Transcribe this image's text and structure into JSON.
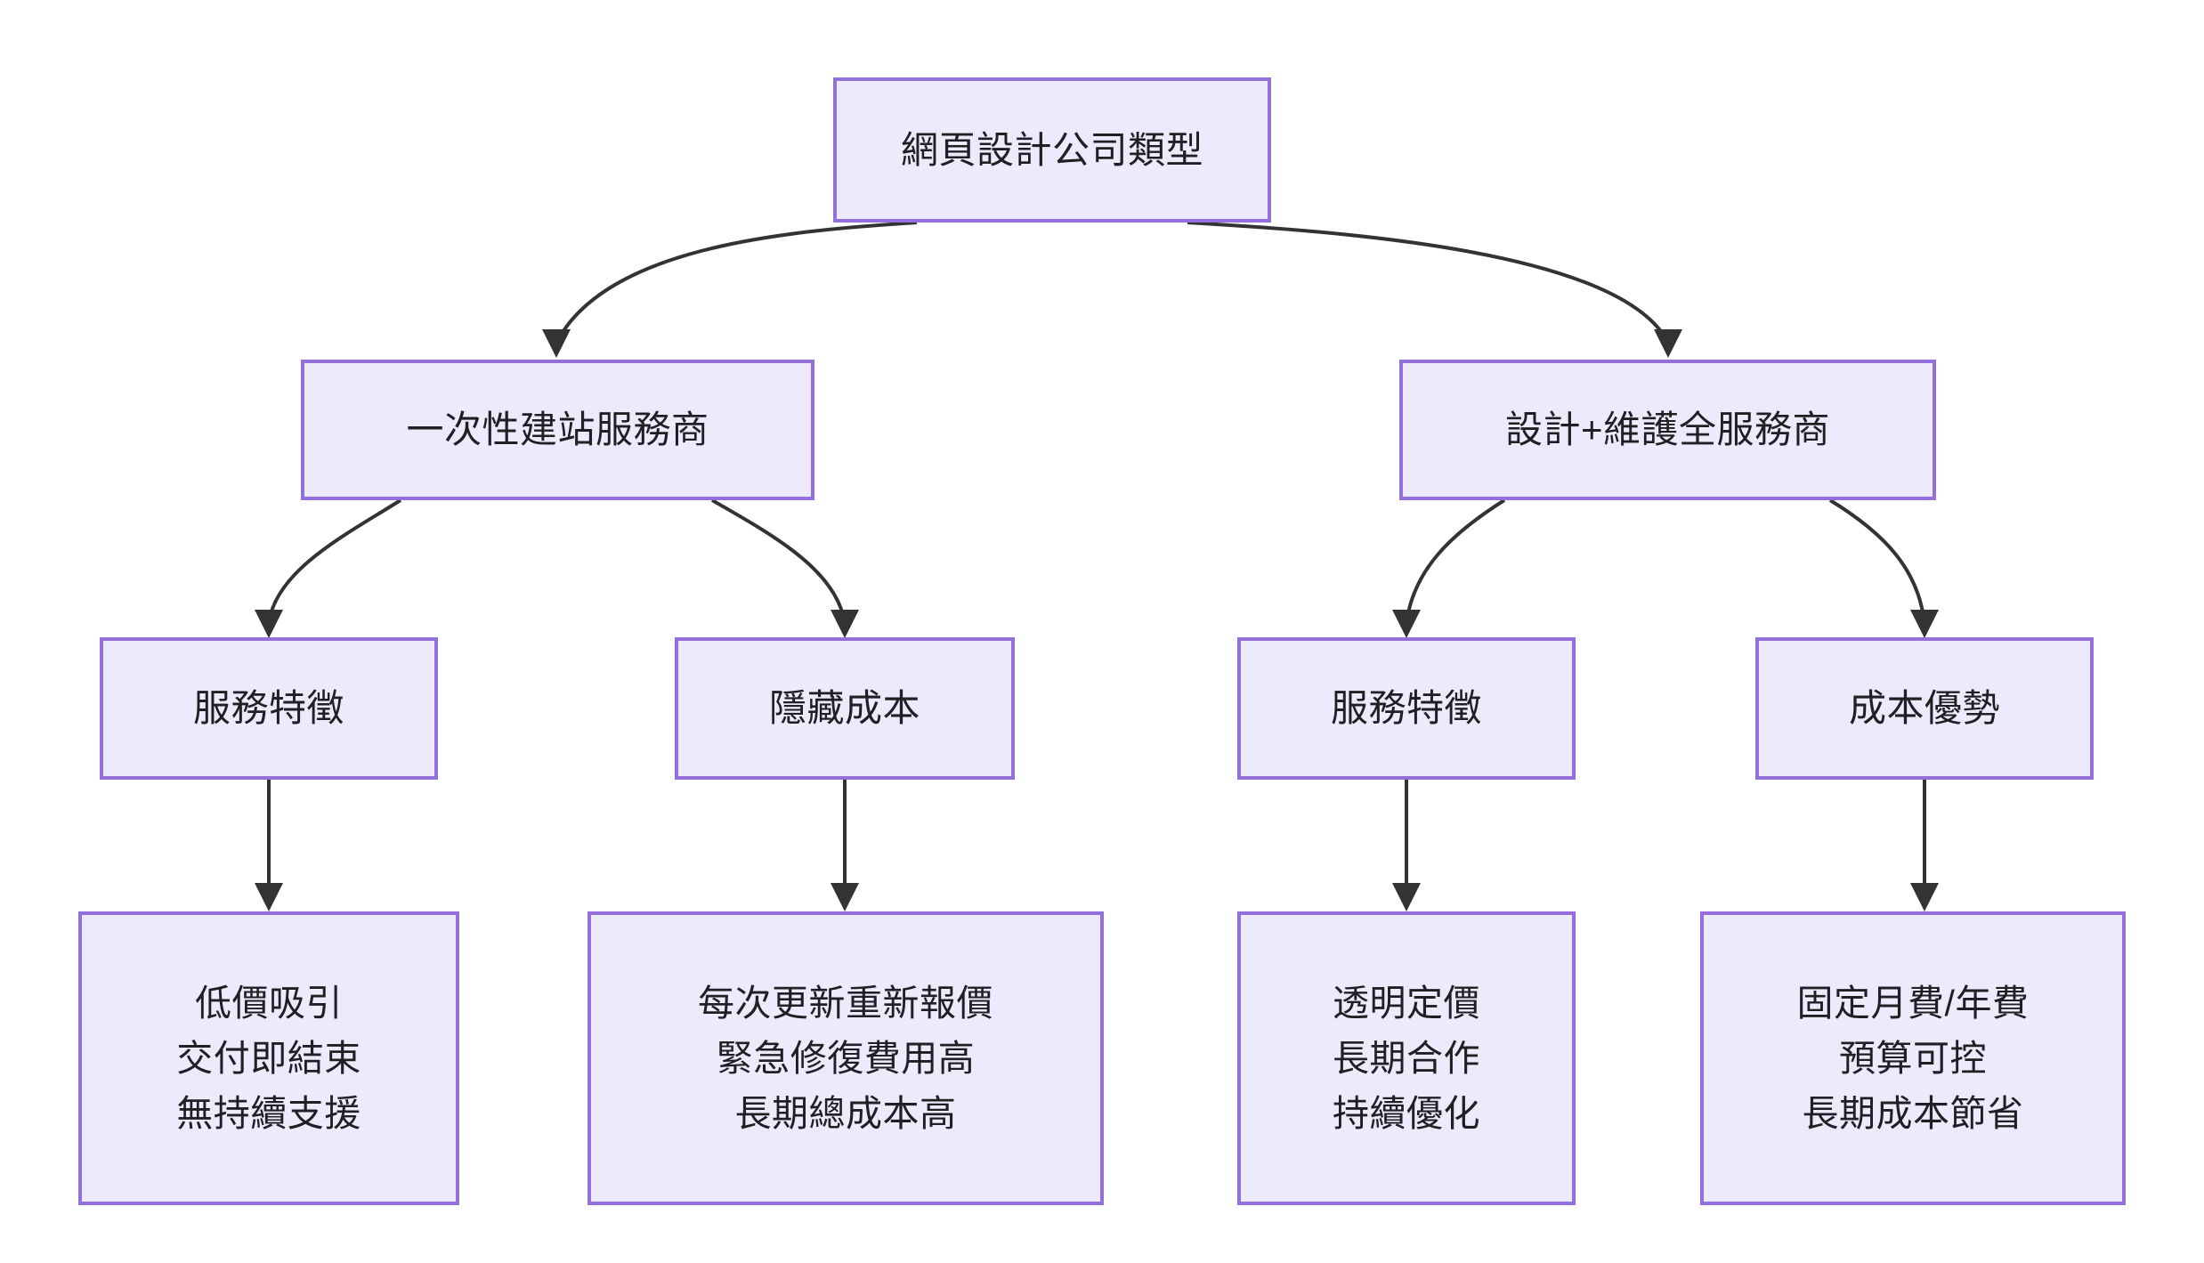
{
  "diagram": {
    "type": "flowchart",
    "direction": "top-down",
    "background_color": "#ffffff",
    "node_fill_color": "#EDEAFC",
    "node_border_color": "#9370DB",
    "edge_color": "#333333",
    "text_color": "#1f2024",
    "nodes": {
      "root": {
        "id": "root",
        "lines": [
          "網頁設計公司類型"
        ]
      },
      "branch_left": {
        "id": "branch_left",
        "lines": [
          "一次性建站服務商"
        ]
      },
      "branch_right": {
        "id": "branch_right",
        "lines": [
          "設計+維護全服務商"
        ]
      },
      "l3_a": {
        "id": "l3_a",
        "lines": [
          "服務特徵"
        ]
      },
      "l3_b": {
        "id": "l3_b",
        "lines": [
          "隱藏成本"
        ]
      },
      "l3_c": {
        "id": "l3_c",
        "lines": [
          "服務特徵"
        ]
      },
      "l3_d": {
        "id": "l3_d",
        "lines": [
          "成本優勢"
        ]
      },
      "leaf_a": {
        "id": "leaf_a",
        "lines": [
          "低價吸引",
          "交付即結束",
          "無持續支援"
        ]
      },
      "leaf_b": {
        "id": "leaf_b",
        "lines": [
          "每次更新重新報價",
          "緊急修復費用高",
          "長期總成本高"
        ]
      },
      "leaf_c": {
        "id": "leaf_c",
        "lines": [
          "透明定價",
          "長期合作",
          "持續優化"
        ]
      },
      "leaf_d": {
        "id": "leaf_d",
        "lines": [
          "固定月費/年費",
          "預算可控",
          "長期成本節省"
        ]
      }
    },
    "edges": [
      {
        "from": "root",
        "to": "branch_left",
        "style": "curved"
      },
      {
        "from": "root",
        "to": "branch_right",
        "style": "curved"
      },
      {
        "from": "branch_left",
        "to": "l3_a",
        "style": "curved"
      },
      {
        "from": "branch_left",
        "to": "l3_b",
        "style": "curved"
      },
      {
        "from": "branch_right",
        "to": "l3_c",
        "style": "curved"
      },
      {
        "from": "branch_right",
        "to": "l3_d",
        "style": "curved"
      },
      {
        "from": "l3_a",
        "to": "leaf_a",
        "style": "straight"
      },
      {
        "from": "l3_b",
        "to": "leaf_b",
        "style": "straight"
      },
      {
        "from": "l3_c",
        "to": "leaf_c",
        "style": "straight"
      },
      {
        "from": "l3_d",
        "to": "leaf_d",
        "style": "straight"
      }
    ]
  }
}
